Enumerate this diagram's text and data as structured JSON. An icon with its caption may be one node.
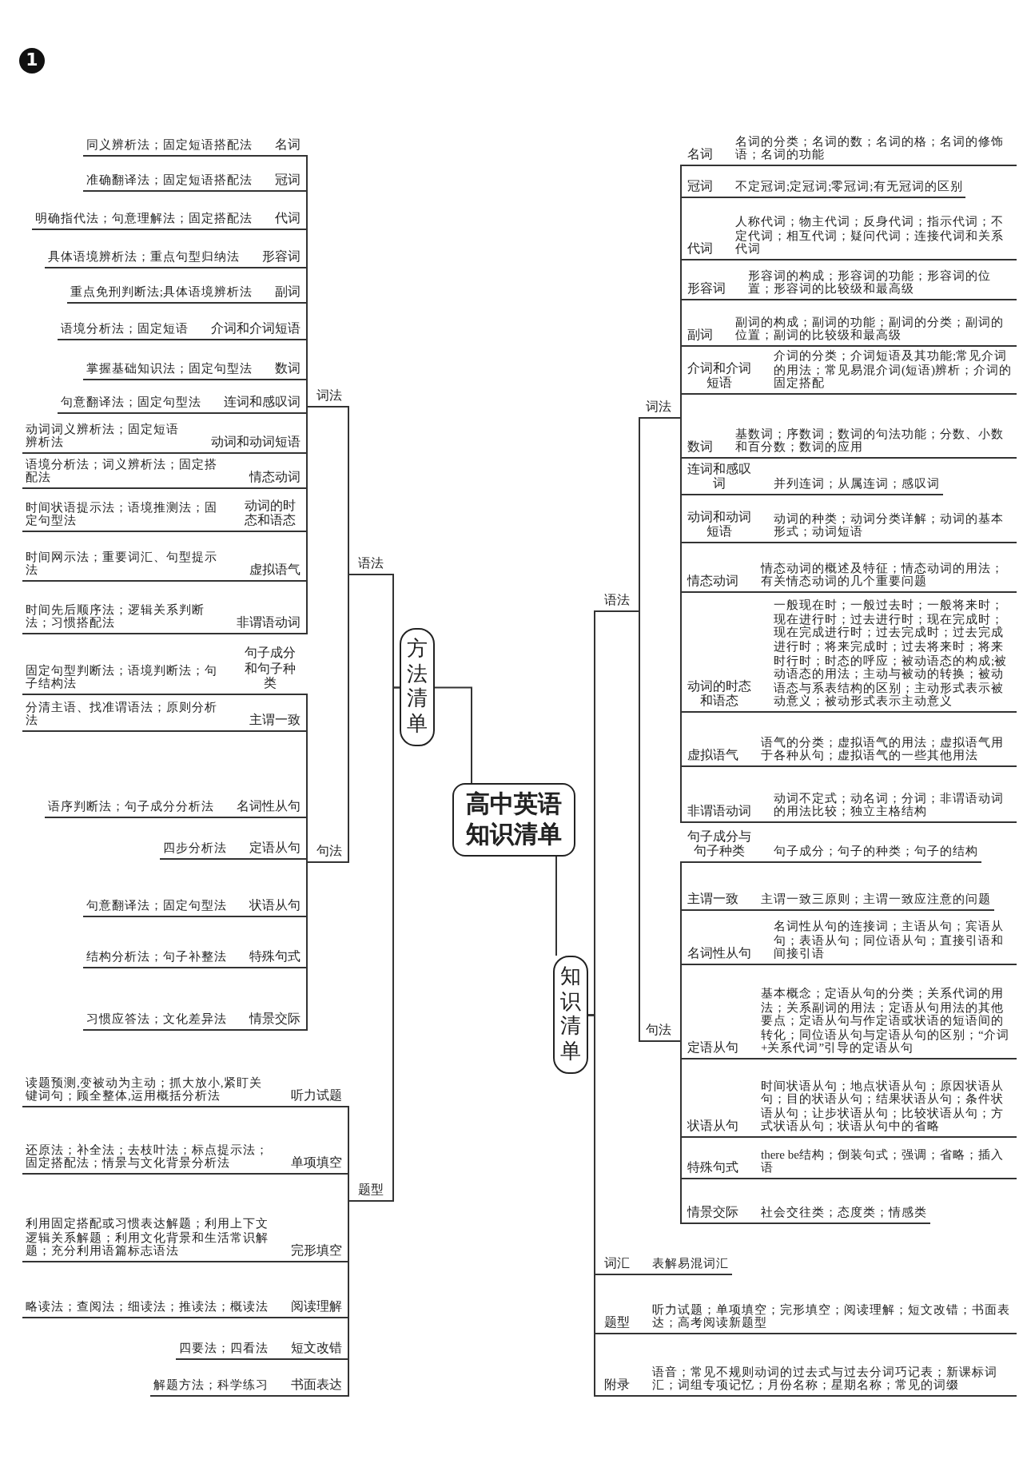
{
  "diagram": {
    "nodes": [
      {
        "text": [
          "高中英语知识清单"
        ]
      },
      {
        "text": [
          "方法清单"
        ]
      },
      {
        "text": [
          "知识清单"
        ]
      },
      {
        "text": [
          "语法"
        ]
      },
      {
        "text": [
          "词法"
        ]
      },
      {
        "text": [
          "名词"
        ]
      },
      {
        "text": [
          "同义辨析法；固定短语搭配法"
        ]
      },
      {
        "text": [
          "冠词"
        ]
      },
      {
        "text": [
          "准确翻译法；固定短语搭配法"
        ]
      },
      {
        "text": [
          "代词"
        ]
      },
      {
        "text": [
          "明确指代法；句意理解法；固定搭配法"
        ]
      },
      {
        "text": [
          "形容词"
        ]
      },
      {
        "text": [
          "具体语境辨析法；重点句型归纳法"
        ]
      },
      {
        "text": [
          "副词"
        ]
      },
      {
        "text": [
          "重点免刑判断法;具体语境辨析法"
        ]
      },
      {
        "text": [
          "介词和介词短语"
        ]
      },
      {
        "text": [
          "语境分析法；固定短语"
        ]
      },
      {
        "text": [
          "数词"
        ]
      },
      {
        "text": [
          "掌握基础知识法；固定句型法"
        ]
      },
      {
        "text": [
          "连词和感叹词"
        ]
      },
      {
        "text": [
          "句意翻译法；固定句型法"
        ]
      },
      {
        "text": [
          "动词和动词短语"
        ]
      },
      {
        "text": [
          "动词词义辨析法；固定短语辨析法"
        ]
      },
      {
        "text": [
          "情态动词"
        ]
      },
      {
        "text": [
          "语境分析法；词义辨析法；固定搭配法"
        ]
      },
      {
        "text": [
          "动词的时态和语态"
        ]
      },
      {
        "text": [
          "时间状语提示法；语境推测法；固定句型法"
        ]
      },
      {
        "text": [
          "虚拟语气"
        ]
      },
      {
        "text": [
          "时间网示法；重要词汇、句型提示法"
        ]
      },
      {
        "text": [
          "非谓语动词"
        ]
      },
      {
        "text": [
          "时间先后顺序法；逻辑关系判断法；习惯搭配法"
        ]
      },
      {
        "text": [
          "句法"
        ]
      },
      {
        "text": [
          "句子成分和句子种类"
        ]
      },
      {
        "text": [
          "固定句型判断法；语境判断法；句子结构法"
        ]
      },
      {
        "text": [
          "主谓一致"
        ]
      },
      {
        "text": [
          "分清主语、找准谓语法；原则分析法"
        ]
      },
      {
        "text": [
          "名词性从句"
        ]
      },
      {
        "text": [
          "语序判断法；句子成分分析法"
        ]
      },
      {
        "text": [
          "定语从句"
        ]
      },
      {
        "text": [
          "四步分析法"
        ]
      },
      {
        "text": [
          "状语从句"
        ]
      },
      {
        "text": [
          "句意翻译法；固定句型法"
        ]
      },
      {
        "text": [
          "特殊句式"
        ]
      },
      {
        "text": [
          "结构分析法；句子补整法"
        ]
      },
      {
        "text": [
          "情景交际"
        ]
      },
      {
        "text": [
          "习惯应答法；文化差异法"
        ]
      },
      {
        "text": [
          "题型"
        ]
      },
      {
        "text": [
          "听力试题"
        ]
      },
      {
        "text": [
          "读题预测,变被动为主动；抓大放小,紧盯关键词句；顾全整体,运用概括分析法"
        ]
      },
      {
        "text": [
          "单项填空"
        ]
      },
      {
        "text": [
          "还原法；补全法；去枝叶法；标点提示法；固定搭配法；情景与文化背景分析法"
        ]
      },
      {
        "text": [
          "完形填空"
        ]
      },
      {
        "text": [
          "利用固定搭配或习惯表达解题；利用上下文逻辑关系解题；利用文化背景和生活常识解题；充分利用语篇标志语法"
        ]
      },
      {
        "text": [
          "阅读理解"
        ]
      },
      {
        "text": [
          "略读法；查阅法；细读法；推读法；概读法"
        ]
      },
      {
        "text": [
          "短文改错"
        ]
      },
      {
        "text": [
          "四要法；四看法"
        ]
      },
      {
        "text": [
          "书面表达"
        ]
      },
      {
        "text": [
          "解题方法；科学练习"
        ]
      },
      {
        "text": [
          "语法"
        ]
      },
      {
        "text": [
          "词法"
        ]
      },
      {
        "text": [
          "名词"
        ]
      },
      {
        "text": [
          "名词的分类；名词的数；名词的格；名词的修饰语；名词的功能"
        ]
      },
      {
        "text": [
          "冠词"
        ]
      },
      {
        "text": [
          "不定冠词;定冠词;零冠词;有无冠词的区别"
        ]
      },
      {
        "text": [
          "代词"
        ]
      },
      {
        "text": [
          "人称代词；物主代词；反身代词；指示代词；不定代词；相互代词；疑问代词；连接代词和关系代词"
        ]
      },
      {
        "text": [
          "形容词"
        ]
      },
      {
        "text": [
          "形容词的构成；形容词的功能；形容词的位置；形容词的比较级和最高级"
        ]
      },
      {
        "text": [
          "副词"
        ]
      },
      {
        "text": [
          "副词的构成；副词的功能；副词的分类；副词的位置；副词的比较级和最高级"
        ]
      },
      {
        "text": [
          "介词和介词短语"
        ]
      },
      {
        "text": [
          "介词的分类；介词短语及其功能;常见介词的用法；常见易混介词(短语)辨析；介词的固定搭配"
        ]
      },
      {
        "text": [
          "数词"
        ]
      },
      {
        "text": [
          "基数词；序数词；数词的句法功能；分数、小数和百分数；数词的应用"
        ]
      },
      {
        "text": [
          "连词和感叹词"
        ]
      },
      {
        "text": [
          "并列连词；从属连词；感叹词"
        ]
      },
      {
        "text": [
          "动词和动词短语"
        ]
      },
      {
        "text": [
          "动词的种类；动词分类详解；动词的基本形式；动词短语"
        ]
      },
      {
        "text": [
          "情态动词"
        ]
      },
      {
        "text": [
          "情态动词的概述及特征；情态动词的用法；有关情态动词的几个重要问题"
        ]
      },
      {
        "text": [
          "动词的时态和语态"
        ]
      },
      {
        "text": [
          "一般现在时；一般过去时；一般将来时；现在进行时；过去进行时；现在完成时；现在完成进行时；过去完成时；过去完成进行时；将来完成时；过去将来时；将来时行时；时态的呼应；被动语态的构成;被动语态的用法；主动与被动的转换；被动语态与系表结构的区别；主动形式表示被动意义；被动形式表示主动意义"
        ]
      },
      {
        "text": [
          "虚拟语气"
        ]
      },
      {
        "text": [
          "语气的分类；虚拟语气的用法；虚拟语气用于各种从句；虚拟语气的一些其他用法"
        ]
      },
      {
        "text": [
          "非谓语动词"
        ]
      },
      {
        "text": [
          "动词不定式；动名词；分词；非谓语动词的用法比较；独立主格结构"
        ]
      },
      {
        "text": [
          "句法"
        ]
      },
      {
        "text": [
          "句子成分与句子种类"
        ]
      },
      {
        "text": [
          "句子成分；句子的种类；句子的结构"
        ]
      },
      {
        "text": [
          "主谓一致"
        ]
      },
      {
        "text": [
          "主谓一致三原则；主谓一致应注意的问题"
        ]
      },
      {
        "text": [
          "名词性从句"
        ]
      },
      {
        "text": [
          "名词性从句的连接词；主语从句；宾语从句；表语从句；同位语从句；直接引语和间接引语"
        ]
      },
      {
        "text": [
          "定语从句"
        ]
      },
      {
        "text": [
          "基本概念；定语从句的分类；关系代词的用法；关系副词的用法；定语从句用法的其他要点；定语从句与作定语或状语的短语间的转化；同位语从句与定语从句的区别；“介词+关系代词”引导的定语从句"
        ]
      },
      {
        "text": [
          "状语从句"
        ]
      },
      {
        "text": [
          "时间状语从句；地点状语从句；原因状语从句；目的状语从句；结果状语从句；条件状语从句；让步状语从句；比较状语从句；方式状语从句；状语从句中的省略"
        ]
      },
      {
        "text": [
          "特殊句式"
        ]
      },
      {
        "text": [
          "there be结构；倒装句式；强调；省略；插入语"
        ]
      },
      {
        "text": [
          "情景交际"
        ]
      },
      {
        "text": [
          "社会交往类；态度类；情感类"
        ]
      },
      {
        "text": [
          "词汇"
        ]
      },
      {
        "text": [
          "表解易混词汇"
        ]
      },
      {
        "text": [
          "题型"
        ]
      },
      {
        "text": [
          "听力试题；单项填空；完形填空；阅读理解；短文改错；书面表达；高考阅读新题型"
        ]
      },
      {
        "text": [
          "附录"
        ]
      },
      {
        "text": [
          "语音；常见不规则动词的过去式与过去分词巧记表；新课标词汇；词组专项记忆；月份名称；星期名称；常见的词缀"
        ]
      }
    ],
    "edges": [
      {
        "from": 0,
        "to": 1,
        "arrow": "none"
      },
      {
        "from": 0,
        "to": 2,
        "arrow": "none"
      },
      {
        "from": 1,
        "to": 3,
        "arrow": "none"
      },
      {
        "from": 1,
        "to": 46,
        "arrow": "none"
      },
      {
        "from": 3,
        "to": 4,
        "arrow": "none"
      },
      {
        "from": 3,
        "to": 31,
        "arrow": "none"
      },
      {
        "from": 4,
        "to": 5,
        "arrow": "none"
      },
      {
        "from": 4,
        "to": 7,
        "arrow": "none"
      },
      {
        "from": 4,
        "to": 9,
        "arrow": "none"
      },
      {
        "from": 4,
        "to": 11,
        "arrow": "none"
      },
      {
        "from": 4,
        "to": 13,
        "arrow": "none"
      },
      {
        "from": 4,
        "to": 15,
        "arrow": "none"
      },
      {
        "from": 4,
        "to": 17,
        "arrow": "none"
      },
      {
        "from": 4,
        "to": 19,
        "arrow": "none"
      },
      {
        "from": 4,
        "to": 21,
        "arrow": "none"
      },
      {
        "from": 4,
        "to": 23,
        "arrow": "none"
      },
      {
        "from": 4,
        "to": 25,
        "arrow": "none"
      },
      {
        "from": 4,
        "to": 27,
        "arrow": "none"
      },
      {
        "from": 4,
        "to": 29,
        "arrow": "none"
      },
      {
        "from": 5,
        "to": 6,
        "arrow": "none"
      },
      {
        "from": 7,
        "to": 8,
        "arrow": "none"
      },
      {
        "from": 9,
        "to": 10,
        "arrow": "none"
      },
      {
        "from": 11,
        "to": 12,
        "arrow": "none"
      },
      {
        "from": 13,
        "to": 14,
        "arrow": "none"
      },
      {
        "from": 15,
        "to": 16,
        "arrow": "none"
      },
      {
        "from": 17,
        "to": 18,
        "arrow": "none"
      },
      {
        "from": 19,
        "to": 20,
        "arrow": "none"
      },
      {
        "from": 21,
        "to": 22,
        "arrow": "none"
      },
      {
        "from": 23,
        "to": 24,
        "arrow": "none"
      },
      {
        "from": 25,
        "to": 26,
        "arrow": "none"
      },
      {
        "from": 27,
        "to": 28,
        "arrow": "none"
      },
      {
        "from": 29,
        "to": 30,
        "arrow": "none"
      },
      {
        "from": 31,
        "to": 32,
        "arrow": "none"
      },
      {
        "from": 31,
        "to": 34,
        "arrow": "none"
      },
      {
        "from": 31,
        "to": 36,
        "arrow": "none"
      },
      {
        "from": 31,
        "to": 38,
        "arrow": "none"
      },
      {
        "from": 31,
        "to": 40,
        "arrow": "none"
      },
      {
        "from": 31,
        "to": 42,
        "arrow": "none"
      },
      {
        "from": 31,
        "to": 44,
        "arrow": "none"
      },
      {
        "from": 32,
        "to": 33,
        "arrow": "none"
      },
      {
        "from": 34,
        "to": 35,
        "arrow": "none"
      },
      {
        "from": 36,
        "to": 37,
        "arrow": "none"
      },
      {
        "from": 38,
        "to": 39,
        "arrow": "none"
      },
      {
        "from": 40,
        "to": 41,
        "arrow": "none"
      },
      {
        "from": 42,
        "to": 43,
        "arrow": "none"
      },
      {
        "from": 44,
        "to": 45,
        "arrow": "none"
      },
      {
        "from": 46,
        "to": 47,
        "arrow": "none"
      },
      {
        "from": 46,
        "to": 49,
        "arrow": "none"
      },
      {
        "from": 46,
        "to": 51,
        "arrow": "none"
      },
      {
        "from": 46,
        "to": 53,
        "arrow": "none"
      },
      {
        "from": 46,
        "to": 55,
        "arrow": "none"
      },
      {
        "from": 46,
        "to": 57,
        "arrow": "none"
      },
      {
        "from": 47,
        "to": 48,
        "arrow": "none"
      },
      {
        "from": 49,
        "to": 50,
        "arrow": "none"
      },
      {
        "from": 51,
        "to": 52,
        "arrow": "none"
      },
      {
        "from": 53,
        "to": 54,
        "arrow": "none"
      },
      {
        "from": 55,
        "to": 56,
        "arrow": "none"
      },
      {
        "from": 57,
        "to": 58,
        "arrow": "none"
      },
      {
        "from": 2,
        "to": 59,
        "arrow": "none"
      },
      {
        "from": 2,
        "to": 102,
        "arrow": "none"
      },
      {
        "from": 2,
        "to": 104,
        "arrow": "none"
      },
      {
        "from": 2,
        "to": 106,
        "arrow": "none"
      },
      {
        "from": 59,
        "to": 60,
        "arrow": "none"
      },
      {
        "from": 59,
        "to": 87,
        "arrow": "none"
      },
      {
        "from": 60,
        "to": 61,
        "arrow": "none"
      },
      {
        "from": 60,
        "to": 63,
        "arrow": "none"
      },
      {
        "from": 60,
        "to": 65,
        "arrow": "none"
      },
      {
        "from": 60,
        "to": 67,
        "arrow": "none"
      },
      {
        "from": 60,
        "to": 69,
        "arrow": "none"
      },
      {
        "from": 60,
        "to": 71,
        "arrow": "none"
      },
      {
        "from": 60,
        "to": 73,
        "arrow": "none"
      },
      {
        "from": 60,
        "to": 75,
        "arrow": "none"
      },
      {
        "from": 60,
        "to": 77,
        "arrow": "none"
      },
      {
        "from": 60,
        "to": 79,
        "arrow": "none"
      },
      {
        "from": 60,
        "to": 81,
        "arrow": "none"
      },
      {
        "from": 60,
        "to": 83,
        "arrow": "none"
      },
      {
        "from": 60,
        "to": 85,
        "arrow": "none"
      },
      {
        "from": 61,
        "to": 62,
        "arrow": "none"
      },
      {
        "from": 63,
        "to": 64,
        "arrow": "none"
      },
      {
        "from": 65,
        "to": 66,
        "arrow": "none"
      },
      {
        "from": 67,
        "to": 68,
        "arrow": "none"
      },
      {
        "from": 69,
        "to": 70,
        "arrow": "none"
      },
      {
        "from": 71,
        "to": 72,
        "arrow": "none"
      },
      {
        "from": 73,
        "to": 74,
        "arrow": "none"
      },
      {
        "from": 75,
        "to": 76,
        "arrow": "none"
      },
      {
        "from": 77,
        "to": 78,
        "arrow": "none"
      },
      {
        "from": 79,
        "to": 80,
        "arrow": "none"
      },
      {
        "from": 81,
        "to": 82,
        "arrow": "none"
      },
      {
        "from": 83,
        "to": 84,
        "arrow": "none"
      },
      {
        "from": 85,
        "to": 86,
        "arrow": "none"
      },
      {
        "from": 87,
        "to": 88,
        "arrow": "none"
      },
      {
        "from": 87,
        "to": 90,
        "arrow": "none"
      },
      {
        "from": 87,
        "to": 92,
        "arrow": "none"
      },
      {
        "from": 87,
        "to": 94,
        "arrow": "none"
      },
      {
        "from": 87,
        "to": 96,
        "arrow": "none"
      },
      {
        "from": 87,
        "to": 98,
        "arrow": "none"
      },
      {
        "from": 87,
        "to": 100,
        "arrow": "none"
      },
      {
        "from": 88,
        "to": 89,
        "arrow": "none"
      },
      {
        "from": 90,
        "to": 91,
        "arrow": "none"
      },
      {
        "from": 92,
        "to": 93,
        "arrow": "none"
      },
      {
        "from": 94,
        "to": 95,
        "arrow": "none"
      },
      {
        "from": 96,
        "to": 97,
        "arrow": "none"
      },
      {
        "from": 98,
        "to": 99,
        "arrow": "none"
      },
      {
        "from": 100,
        "to": 101,
        "arrow": "none"
      },
      {
        "from": 102,
        "to": 103,
        "arrow": "none"
      },
      {
        "from": 104,
        "to": 105,
        "arrow": "none"
      },
      {
        "from": 106,
        "to": 107,
        "arrow": "none"
      }
    ],
    "labels": [
      "1"
    ]
  }
}
